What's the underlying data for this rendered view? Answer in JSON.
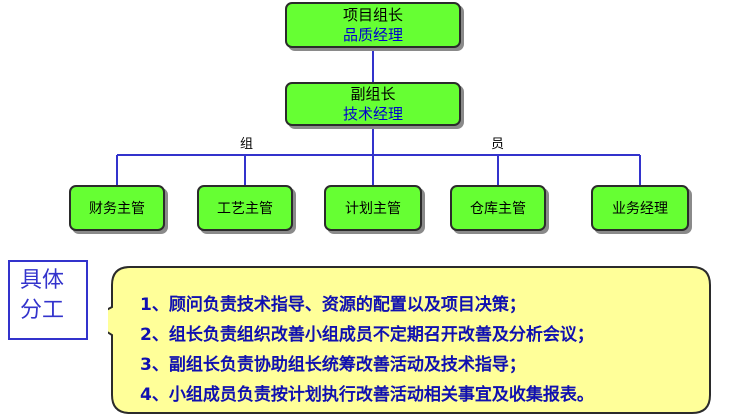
{
  "chart": {
    "leader": {
      "title": "项目组长",
      "role": "品质经理"
    },
    "deputy": {
      "title": "副组长",
      "role": "技术经理"
    },
    "member_label_left": "组",
    "member_label_right": "员",
    "members": [
      "财务主管",
      "工艺主管",
      "计划主管",
      "仓库主管",
      "业务经理"
    ]
  },
  "division": {
    "label_line1": "具体",
    "label_line2": "分工",
    "items": [
      "1、顾问负责技术指导、资源的配置以及项目决策；",
      "2、组长负责组织改善小组成员不定期召开改善及分析会议；",
      "3、副组长负责协助组长统筹改善活动及技术指导；",
      "4、小组成员负责按计划执行改善活动相关事宜及收集报表。"
    ]
  },
  "colors": {
    "box_fill": "#66ff33",
    "connector": "#3333cc",
    "callout_fill": "#ffff99",
    "text_blue": "#1010b0"
  }
}
